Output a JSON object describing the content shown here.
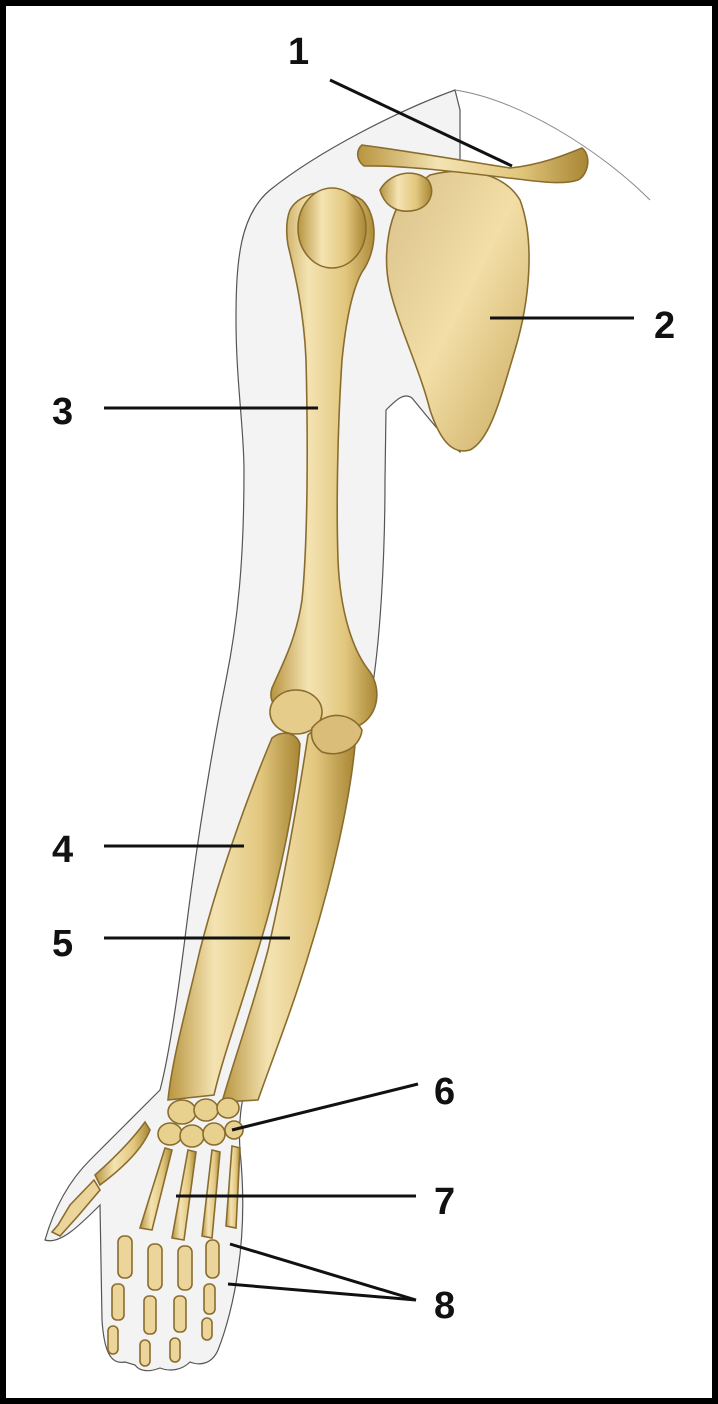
{
  "labels": [
    {
      "id": "1",
      "text": "1"
    },
    {
      "id": "2",
      "text": "2"
    },
    {
      "id": "3",
      "text": "3"
    },
    {
      "id": "4",
      "text": "4"
    },
    {
      "id": "5",
      "text": "5"
    },
    {
      "id": "6",
      "text": "6"
    },
    {
      "id": "7",
      "text": "7"
    },
    {
      "id": "8",
      "text": "8"
    }
  ],
  "colors": {
    "bone_light": "#f4e3b2",
    "bone_mid": "#e2c77e",
    "bone_dark": "#b8953f",
    "skin": "#f3f3f3",
    "leader": "#111111",
    "border": "#000000"
  }
}
